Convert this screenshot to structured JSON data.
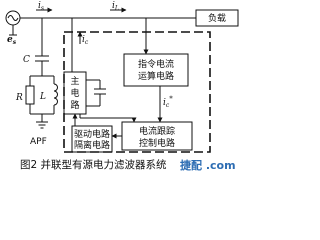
{
  "labels": {
    "source_voltage": "e",
    "source_voltage_sub": "s",
    "source_current": "i",
    "source_current_sub": "s",
    "load_current": "i",
    "load_current_sub": "L",
    "comp_current": "i",
    "comp_current_sub": "c",
    "ref_current": "i",
    "ref_current_sub": "c",
    "ref_current_sup": "*",
    "capacitor": "C",
    "inductor": "L",
    "resistor": "R",
    "apf": "APF"
  },
  "blocks": {
    "load": "负载",
    "main_circuit": [
      "主",
      "电",
      "路"
    ],
    "reference_calc": [
      "指令电流",
      "运算电路"
    ],
    "tracking_control": [
      "电流跟踪",
      "控制电路"
    ],
    "drive_isolation": [
      "驱动电路",
      "隔离电路"
    ]
  },
  "caption": "图2  并联型有源电力滤波器系统",
  "watermark": "捷配 .com",
  "colors": {
    "line": "#111111",
    "watermark": "#2d6db3"
  }
}
